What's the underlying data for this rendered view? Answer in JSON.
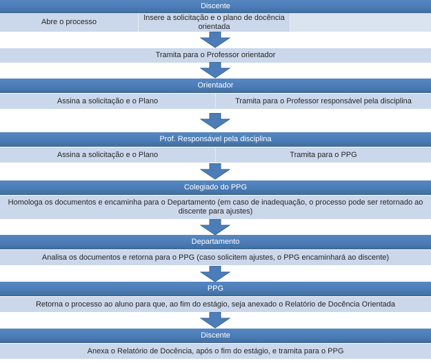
{
  "diagram": {
    "type": "process-flowchart",
    "language": "pt-BR",
    "topic": "Fluxo do processo de Docência Orientada"
  },
  "colors": {
    "header_blue": "#4c7db8",
    "header_border": "#3a648f",
    "row_light": "#cbd7ea",
    "row_lighter_empty_cell": "#dae3f0",
    "arrow_blue": "#4c7db8",
    "header_text": "#ffffff",
    "row_text": "#262626",
    "background": "#ffffff"
  },
  "icons": {
    "down_arrow": "block-down-arrow"
  },
  "sections": [
    {
      "role": "Discente",
      "cells": [
        "Abre o processo",
        "Insere a solicitação e o plano de docência orientada",
        ""
      ],
      "action": "Tramita para o Professor orientador"
    },
    {
      "role": "Orientador",
      "cells": [
        "Assina a solicitação e o Plano",
        "Tramita para o Professor responsável pela disciplina"
      ]
    },
    {
      "role": "Prof. Responsável pela disciplina",
      "cells": [
        "Assina a solicitação e o Plano",
        "Tramita para o PPG"
      ]
    },
    {
      "role": "Colegiado do PPG",
      "action": "Homologa os documentos e encaminha para o Departamento (em caso de inadequação, o processo pode ser retornado ao discente para ajustes)"
    },
    {
      "role": "Departamento",
      "action": "Analisa os documentos e retorna para o PPG  (caso solicitem ajustes, o PPG  encaminhará ao discente)"
    },
    {
      "role": "PPG",
      "action": "Retorna o processo ao aluno para que, ao fim do estágio, seja anexado o Relatório de Docência Orientada"
    },
    {
      "role": "Discente",
      "action": "Anexa o Relatório de Docência, após o fim do estágio, e tramita para o PPG"
    }
  ]
}
